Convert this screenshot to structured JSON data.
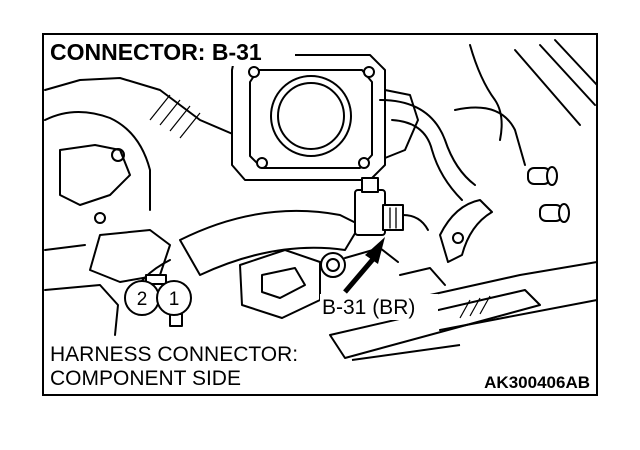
{
  "diagram": {
    "title": "CONNECTOR: B-31",
    "callout_label": "B-31 (BR)",
    "harness_label_line1": "HARNESS CONNECTOR:",
    "harness_label_line2": "COMPONENT SIDE",
    "figure_code": "AK300406AB",
    "pins": [
      "2",
      "1"
    ]
  }
}
